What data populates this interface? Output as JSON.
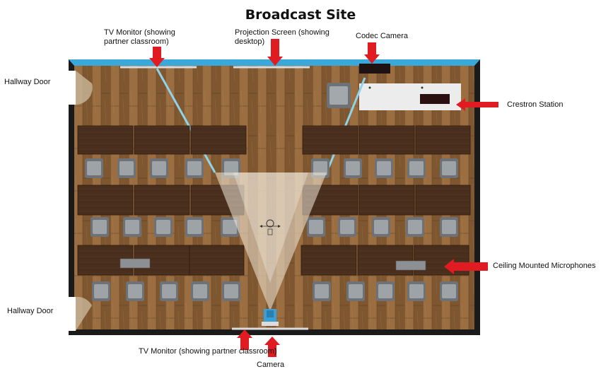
{
  "title": "Broadcast Site",
  "labels": {
    "tv_monitor_top": [
      "TV Monitor (showing",
      "partner classroom)"
    ],
    "projection_screen": [
      "Projection Screen (showing",
      "desktop)"
    ],
    "codec_camera": "Codec Camera",
    "hallway_door_top": "Hallway Door",
    "crestron_station": "Crestron Station",
    "ceiling_mics": "Ceiling Mounted Microphones",
    "hallway_door_bottom": "Hallway Door",
    "tv_monitor_bottom": "TV Monitor (showing partner classroom)",
    "camera": "Camera"
  },
  "colors": {
    "wall": "#1a1a1a",
    "wall_top": "#3aa8d8",
    "floor": "#8a6238",
    "desk": "#4a2f1e",
    "chair": "#8f9499",
    "arrow": "#e11b22",
    "sightline": "#8fd3ea",
    "projection": "#f2ead8",
    "station": "#ececec",
    "camera": "#3aa0d4"
  }
}
